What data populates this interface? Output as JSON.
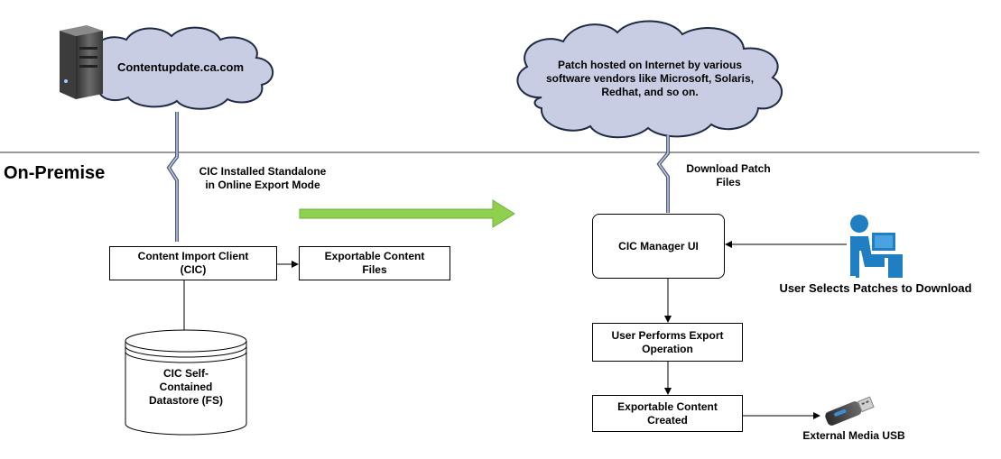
{
  "section": {
    "title": "On-Premise"
  },
  "clouds": {
    "left": "Contentupdate.ca.com",
    "right": "Patch hosted on Internet by various\nsoftware vendors like Microsoft, Solaris,\nRedhat, and so on."
  },
  "links": {
    "left": "CIC Installed Standalone\nin Online Export Mode",
    "right": "Download Patch\nFiles"
  },
  "left_flow": {
    "cic_box": "Content Import Client\n(CIC)",
    "export_box": "Exportable Content\nFiles",
    "datastore": "CIC Self-\nContained\nDatastore (FS)"
  },
  "right_flow": {
    "manager_box": "CIC Manager UI",
    "export_op_box": "User Performs Export\nOperation",
    "created_box": "Exportable Content\nCreated",
    "user_label": "User Selects Patches to Download",
    "usb_label": "External Media USB"
  },
  "colors": {
    "cloud_fill": "#c8cde3",
    "cloud_stroke": "#1f2a44",
    "arrow_green": "#8fd14f",
    "user_blue": "#1f7fc2",
    "divider": "#999999"
  },
  "icons": [
    "server-icon",
    "user-at-computer-icon",
    "usb-drive-icon",
    "lightning-link-icon"
  ]
}
